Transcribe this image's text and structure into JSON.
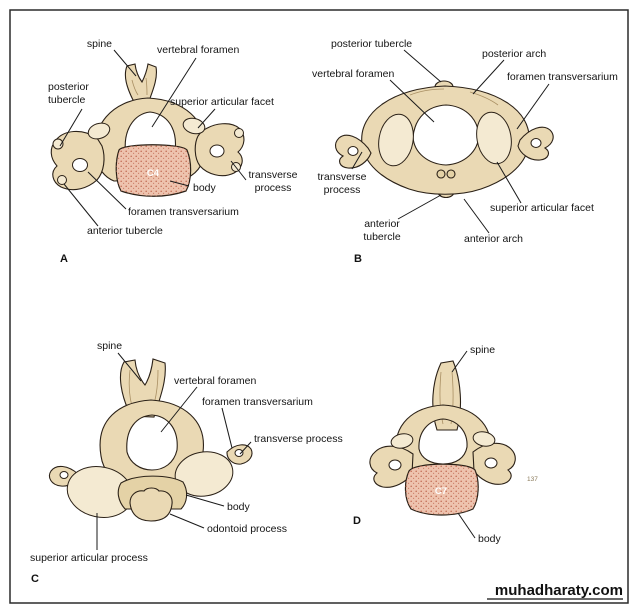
{
  "watermark": {
    "text": "muhadharaty.com"
  },
  "colors": {
    "bone": "#ead9b4",
    "bone_light": "#f4ead2",
    "body_pink": "#eec3ae",
    "outline": "#2b2117"
  },
  "panels": {
    "a": {
      "letter": "A",
      "vertebra_tag": "C4",
      "labels": {
        "spine": {
          "text": "spine"
        },
        "vertebral_foramen": {
          "text": "vertebral foramen"
        },
        "posterior_tubercle": {
          "lines": [
            "posterior",
            "tubercle"
          ]
        },
        "superior_articular_facet": {
          "text": "superior articular facet"
        },
        "transverse_process": {
          "lines": [
            "transverse",
            "process"
          ]
        },
        "body": {
          "text": "body"
        },
        "foramen_transversarium": {
          "text": "foramen transversarium"
        },
        "anterior_tubercle": {
          "text": "anterior tubercle"
        }
      }
    },
    "b": {
      "letter": "B",
      "labels": {
        "posterior_tubercle": {
          "text": "posterior tubercle"
        },
        "posterior_arch": {
          "text": "posterior arch"
        },
        "vertebral_foramen": {
          "text": "vertebral foramen"
        },
        "foramen_transversarium": {
          "text": "foramen transversarium"
        },
        "transverse_process": {
          "lines": [
            "transverse",
            "process"
          ]
        },
        "superior_articular_facet": {
          "text": "superior articular facet"
        },
        "anterior_tubercle": {
          "lines": [
            "anterior",
            "tubercle"
          ]
        },
        "anterior_arch": {
          "text": "anterior arch"
        }
      }
    },
    "c": {
      "letter": "C",
      "labels": {
        "spine": {
          "text": "spine"
        },
        "vertebral_foramen": {
          "text": "vertebral foramen"
        },
        "foramen_transversarium": {
          "text": "foramen transversarium"
        },
        "transverse_process": {
          "text": "transverse process"
        },
        "body": {
          "text": "body"
        },
        "odontoid_process": {
          "text": "odontoid process"
        },
        "superior_articular_process": {
          "text": "superior articular process"
        }
      }
    },
    "d": {
      "letter": "D",
      "vertebra_tag": "C7",
      "figure_number": "137",
      "labels": {
        "spine": {
          "text": "spine"
        },
        "body": {
          "text": "body"
        }
      }
    }
  }
}
